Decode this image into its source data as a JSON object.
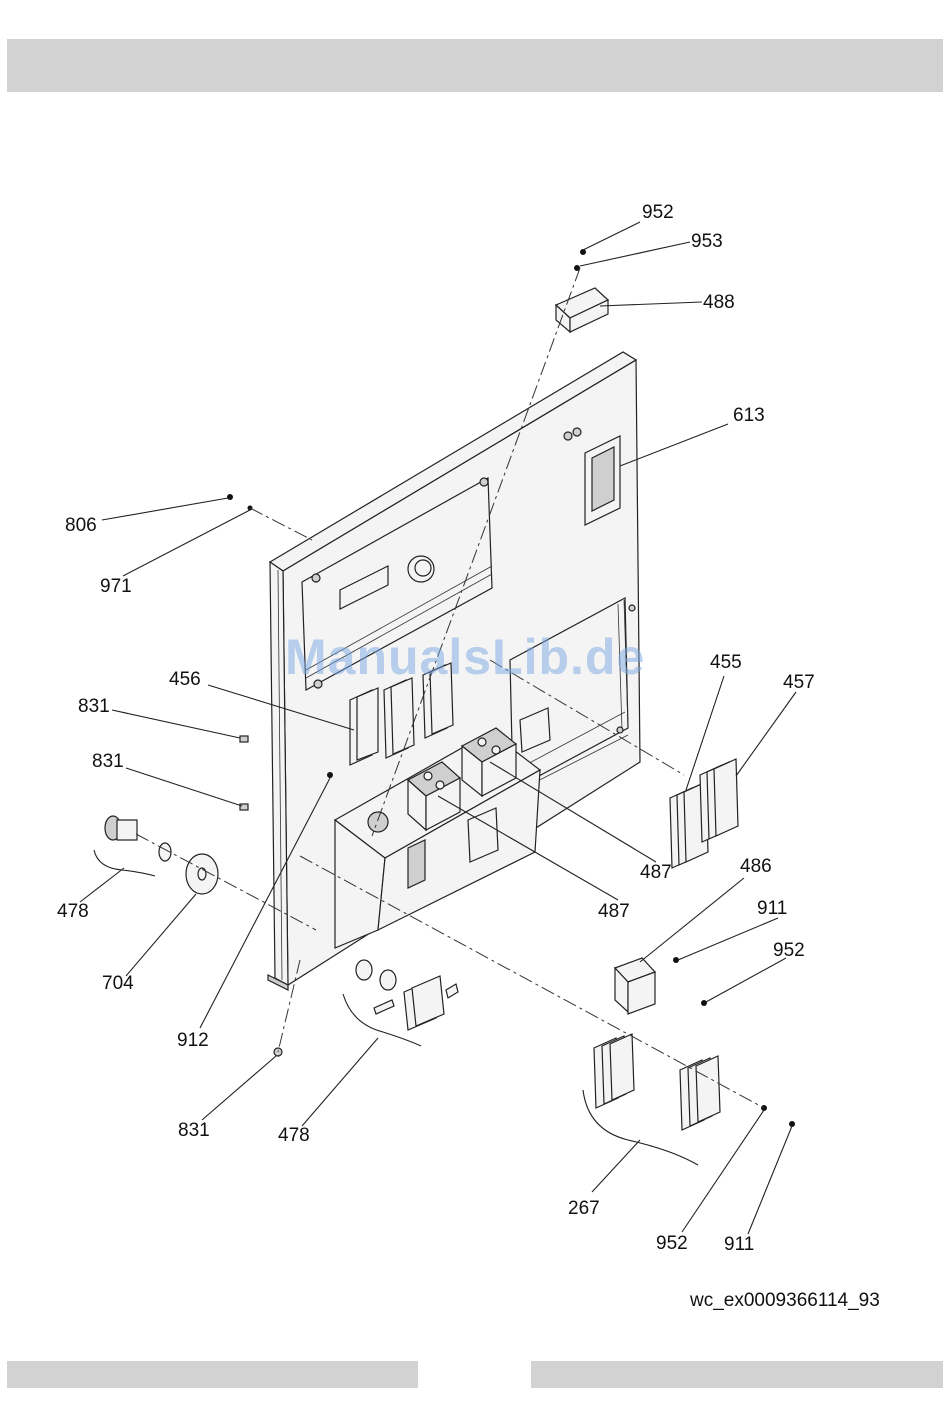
{
  "watermark": "ManualsLib.de",
  "image_id": "wc_ex0009366114_93",
  "callouts": [
    {
      "part_no": "952"
    },
    {
      "part_no": "953"
    },
    {
      "part_no": "488"
    },
    {
      "part_no": "613"
    },
    {
      "part_no": "806"
    },
    {
      "part_no": "971"
    },
    {
      "part_no": "456"
    },
    {
      "part_no": "455"
    },
    {
      "part_no": "457"
    },
    {
      "part_no": "831"
    },
    {
      "part_no": "831"
    },
    {
      "part_no": "478"
    },
    {
      "part_no": "704"
    },
    {
      "part_no": "487"
    },
    {
      "part_no": "487"
    },
    {
      "part_no": "486"
    },
    {
      "part_no": "911"
    },
    {
      "part_no": "952"
    },
    {
      "part_no": "912"
    },
    {
      "part_no": "831"
    },
    {
      "part_no": "478"
    },
    {
      "part_no": "267"
    },
    {
      "part_no": "952"
    },
    {
      "part_no": "911"
    }
  ],
  "colors": {
    "header_bar": "#d2d2d2",
    "line": "#222222",
    "watermark": "#78a5e1"
  }
}
